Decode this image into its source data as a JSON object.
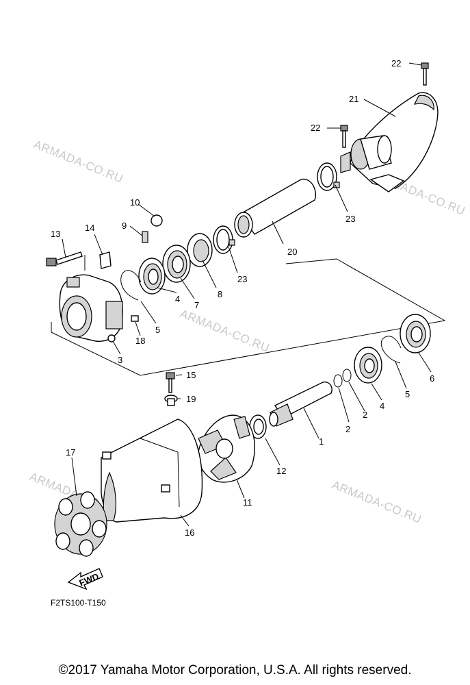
{
  "diagram": {
    "code": "F2TS100-T150",
    "fwd_label": "FWD",
    "watermark": "ARMADA-CO.RU",
    "copyright": "©2017 Yamaha Motor Corporation, U.S.A. All rights reserved.",
    "callouts": [
      "1",
      "2",
      "2",
      "3",
      "4",
      "4",
      "5",
      "5",
      "6",
      "7",
      "8",
      "9",
      "10",
      "11",
      "12",
      "13",
      "14",
      "15",
      "16",
      "17",
      "18",
      "19",
      "20",
      "21",
      "22",
      "22",
      "23",
      "23"
    ]
  }
}
